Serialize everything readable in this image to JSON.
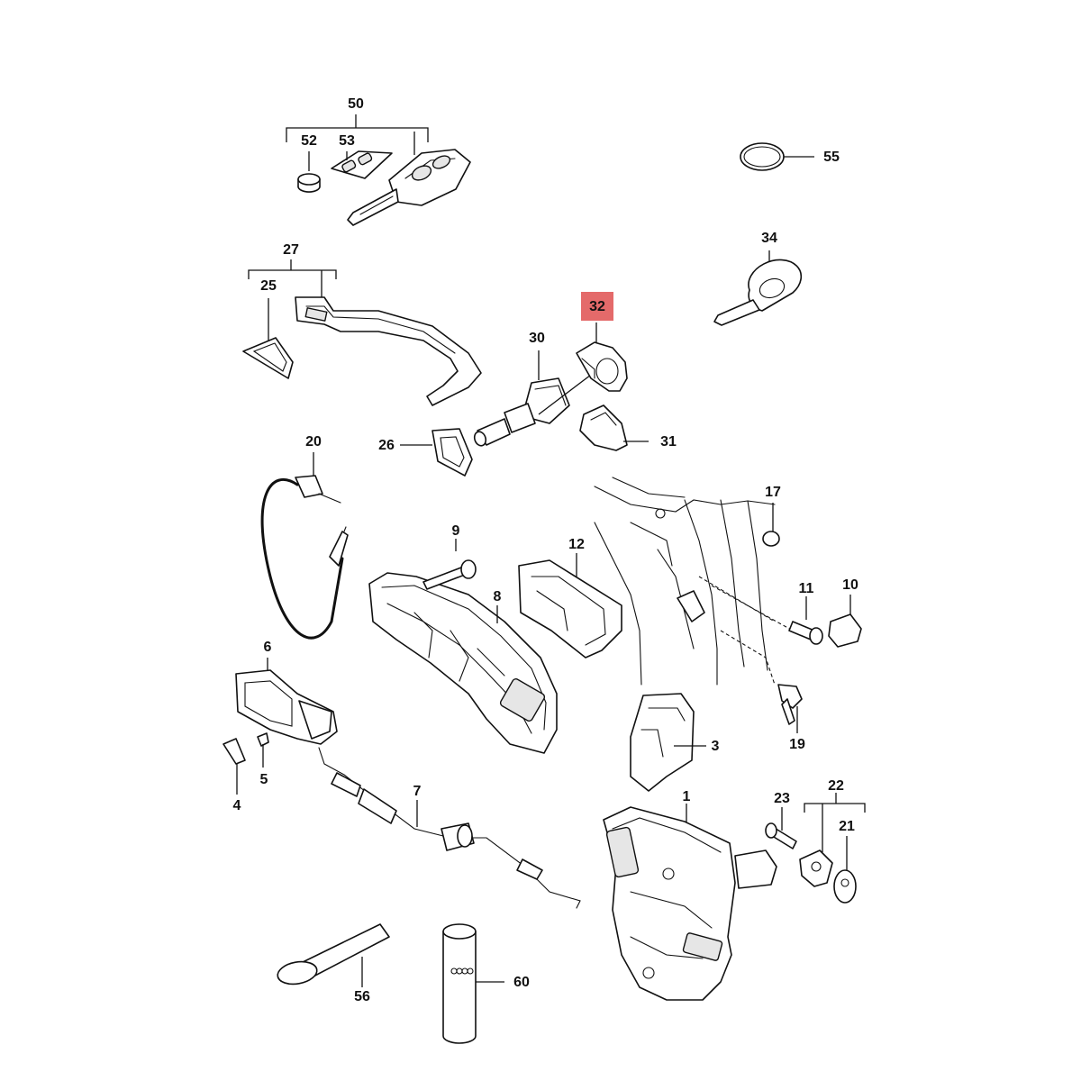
{
  "figure": {
    "highlight_color": "#e46a6a",
    "ink_color": "#111111",
    "background_color": "#ffffff"
  },
  "callouts": {
    "c1": "1",
    "c3": "3",
    "c4": "4",
    "c5": "5",
    "c6": "6",
    "c7": "7",
    "c8": "8",
    "c9": "9",
    "c10": "10",
    "c11": "11",
    "c12": "12",
    "c17": "17",
    "c19": "19",
    "c20": "20",
    "c21": "21",
    "c22": "22",
    "c23": "23",
    "c25": "25",
    "c26": "26",
    "c27": "27",
    "c30": "30",
    "c31": "31",
    "c32": "32",
    "c34": "34",
    "c50": "50",
    "c52": "52",
    "c53": "53",
    "c55": "55",
    "c56": "56",
    "c60": "60"
  },
  "highlighted_callout": "32"
}
